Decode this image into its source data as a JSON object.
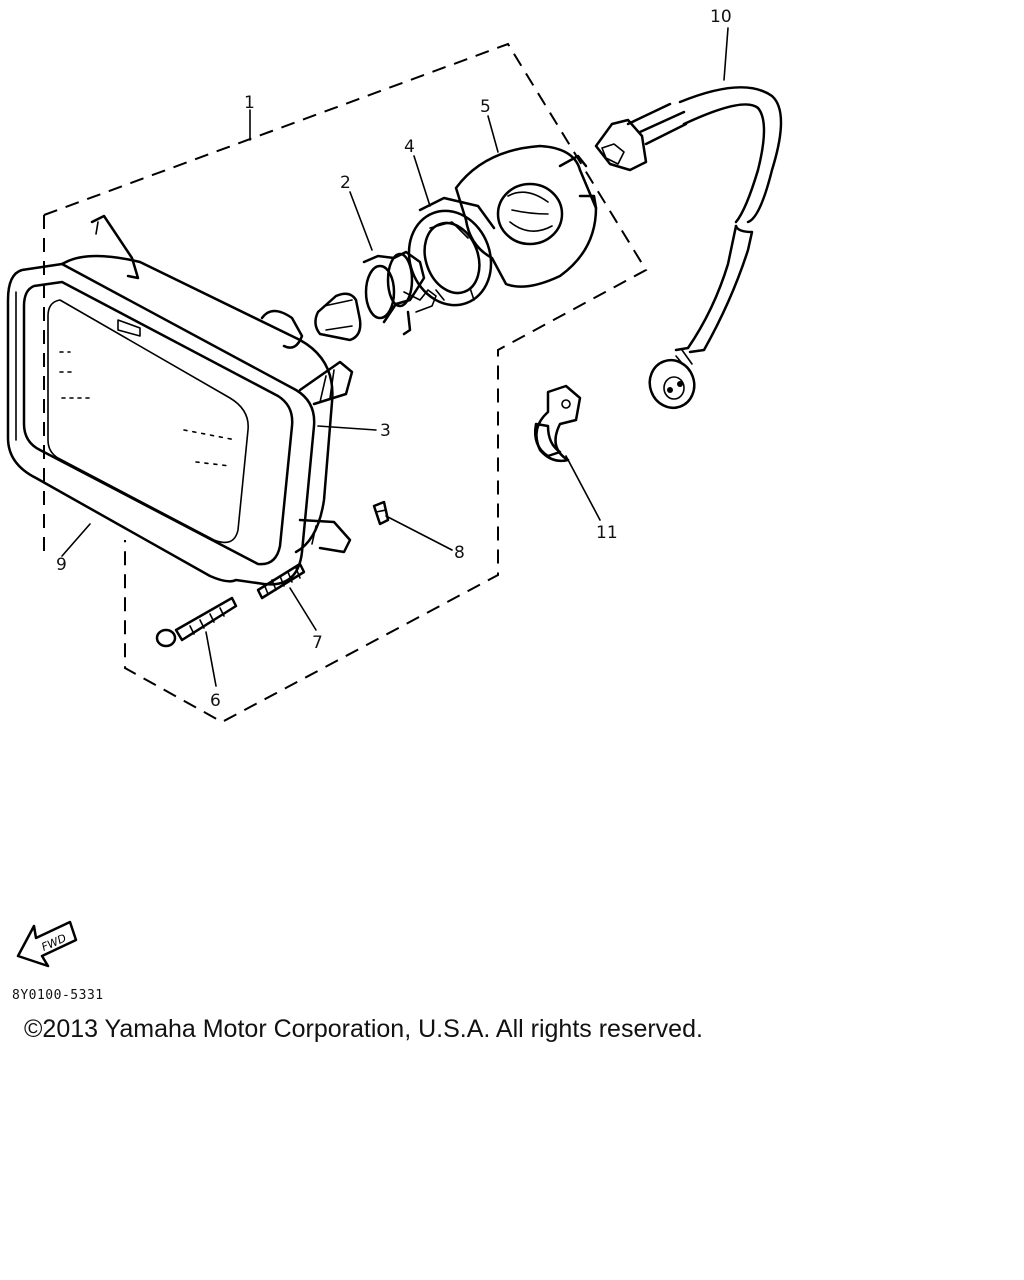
{
  "callouts": {
    "c1": "1",
    "c2": "2",
    "c3": "3",
    "c4": "4",
    "c5": "5",
    "c6": "6",
    "c7": "7",
    "c8": "8",
    "c9": "9",
    "c10": "10",
    "c11": "11"
  },
  "fwd_label": "FWD",
  "diagram_code": "8Y0100-5331",
  "copyright": "©2013 Yamaha Motor Corporation, U.S.A. All rights reserved."
}
